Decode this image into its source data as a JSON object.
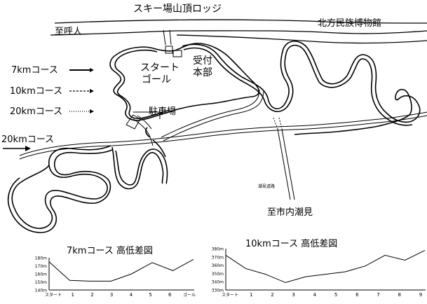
{
  "map": {
    "places": {
      "ski_lodge": "スキー場山頂ロッジ",
      "to_koboto": "至呼人",
      "museum": "北方民族博物館",
      "start": "スタート",
      "goal": "ゴール",
      "reception_1": "受付",
      "reception_2": "本部",
      "parking": "駐車場",
      "to_city": "至市内潮見",
      "small_road": "潮見道路"
    },
    "legend": [
      {
        "label": "7kmコース",
        "style": "solid"
      },
      {
        "label": "10kmコース",
        "style": "dashed"
      },
      {
        "label": "20kmコース",
        "style": "dotted"
      }
    ],
    "course_entry_label": "20kmコース"
  },
  "profile_7km": {
    "title": "7kmコース 高低差図",
    "y_ticks": [
      "180m",
      "170m",
      "160m",
      "150m",
      "140m"
    ],
    "x_ticks": [
      "スタート",
      "1",
      "2",
      "3",
      "4",
      "5",
      "6",
      "ゴール"
    ],
    "elevations_m": [
      175,
      152,
      151,
      151,
      160,
      174,
      164,
      178
    ]
  },
  "profile_10km": {
    "title": "10kmコース 高低差図",
    "y_ticks": [
      "380m",
      "370m",
      "360m",
      "350m",
      "340m",
      "330m"
    ],
    "x_ticks": [
      "スタート",
      "1",
      "2",
      "3",
      "4",
      "5",
      "6",
      "7",
      "8",
      "9"
    ],
    "elevations_m": [
      372,
      356,
      349,
      339,
      346,
      349,
      352,
      359,
      372,
      366,
      378
    ]
  }
}
